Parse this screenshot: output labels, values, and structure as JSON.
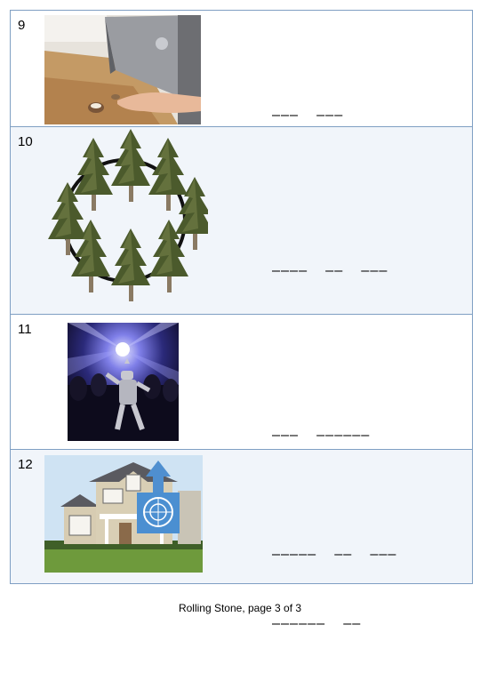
{
  "clues": [
    {
      "number": "9",
      "image": "laptop-cracking-nut-icon",
      "blanks_line1": "–––  –––",
      "blanks_line2": "–––––"
    },
    {
      "number": "10",
      "image": "ring-of-pine-trees-icon",
      "blanks_line1": "––––  ––  –––",
      "blanks_line2": ""
    },
    {
      "number": "11",
      "image": "tin-man-dancing-icon",
      "blanks_line1": "–––  ––––––",
      "blanks_line2": ""
    },
    {
      "number": "12",
      "image": "house-with-un-logo-icon",
      "blanks_line1": "–––––  ––  –––",
      "blanks_line2": "––––––  ––"
    }
  ],
  "footer": "Rolling Stone, page 3 of 3",
  "colors": {
    "border": "#7f9fc3",
    "alt_row": "#f1f5fa"
  }
}
